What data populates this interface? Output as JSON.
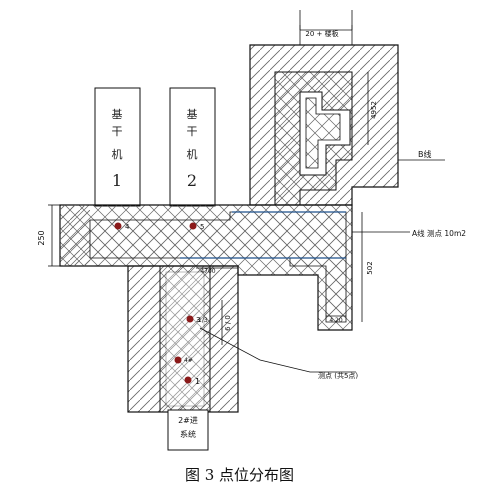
{
  "caption": "图 3  点位分布图",
  "dryers": [
    {
      "chars": [
        "基",
        "干",
        "机",
        "1"
      ]
    },
    {
      "chars": [
        "基",
        "干",
        "机",
        "2"
      ]
    }
  ],
  "labels": {
    "top_dim": "20 + 楼板",
    "right_top_dim": "4952",
    "right_label": "B线",
    "right_label_2": "A线 测点 10m2",
    "left_dim": "250",
    "right_mid_dim": "502",
    "bottom_small_dim": "4 20",
    "center_dim": "4700",
    "vertical_dim": "6 / 0",
    "bottom_leader": "测点 (共5点)",
    "bottom_box_1": "2#进",
    "bottom_box_2": "系统",
    "inner_label": "1/3",
    "points": [
      "4",
      "5",
      "3",
      "4#",
      "1"
    ]
  },
  "colors": {
    "line": "#111111",
    "hatch": "#555555",
    "point": "#8b1a1a",
    "accent_blue": "#1c4f8a"
  }
}
